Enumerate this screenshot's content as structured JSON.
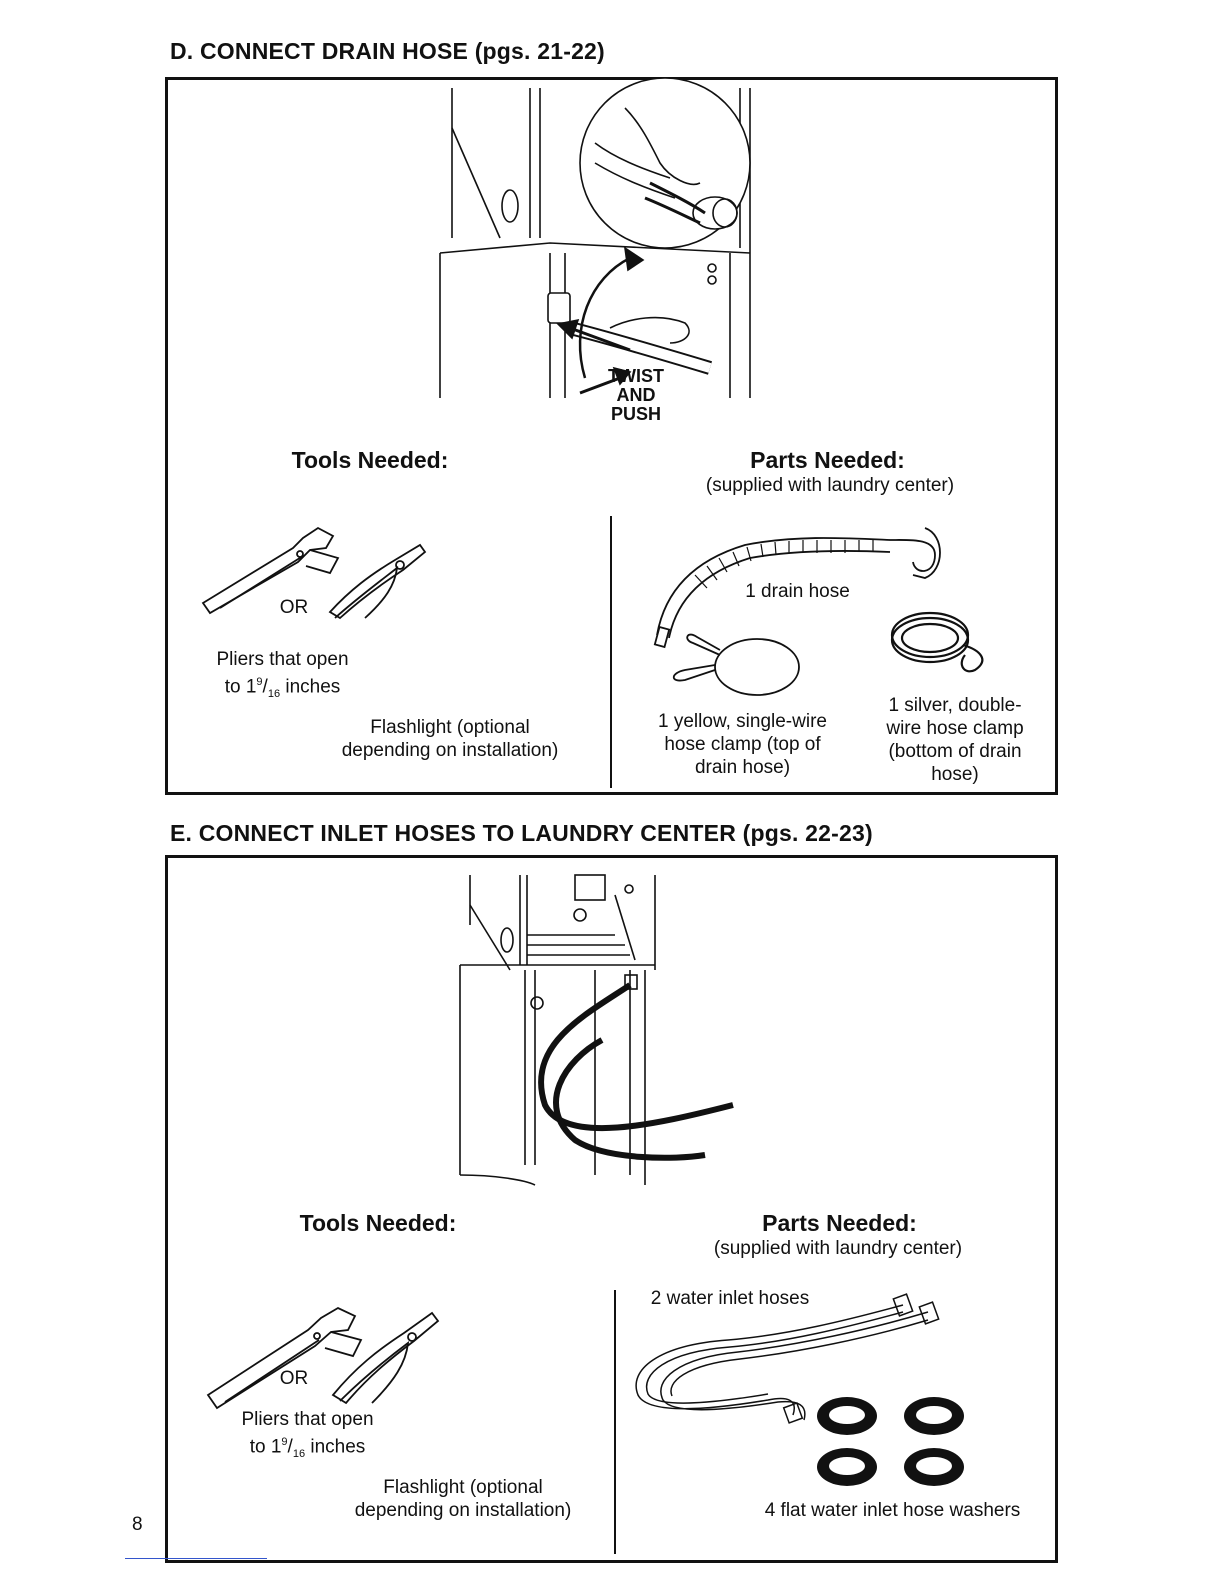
{
  "sections": {
    "d": {
      "heading": "D. CONNECT DRAIN HOSE (pgs. 21-22)",
      "callout_line1": "TWIST",
      "callout_line2": "AND",
      "callout_line3": "PUSH",
      "tools_title": "Tools Needed:",
      "or_label": "OR",
      "pliers_line1": "Pliers that open",
      "pliers_prefix": "to 1",
      "pliers_sup": "9",
      "pliers_sub": "16",
      "pliers_suffix": " inches",
      "flashlight_line1": "Flashlight (optional",
      "flashlight_line2": "depending on installation)",
      "parts_title": "Parts Needed:",
      "parts_subtitle": "(supplied with laundry center)",
      "part_drain_hose": "1 drain hose",
      "part_yellow_clamp_1": "1 yellow, single-wire",
      "part_yellow_clamp_2": "hose clamp (top of",
      "part_yellow_clamp_3": "drain hose)",
      "part_silver_clamp_1": "1 silver, double-",
      "part_silver_clamp_2": "wire hose clamp",
      "part_silver_clamp_3": "(bottom of drain",
      "part_silver_clamp_4": "hose)"
    },
    "e": {
      "heading": "E. CONNECT INLET HOSES TO LAUNDRY CENTER (pgs. 22-23)",
      "tools_title": "Tools Needed:",
      "or_label": "OR",
      "pliers_line1": "Pliers that open",
      "pliers_prefix": "to 1",
      "pliers_sup": "9",
      "pliers_sub": "16",
      "pliers_suffix": " inches",
      "flashlight_line1": "Flashlight (optional",
      "flashlight_line2": "depending on installation)",
      "parts_title": "Parts Needed:",
      "parts_subtitle": "(supplied with laundry center)",
      "part_inlet_hoses": "2 water inlet hoses",
      "part_washers": "4 flat water inlet hose washers"
    }
  },
  "page_number": "8"
}
